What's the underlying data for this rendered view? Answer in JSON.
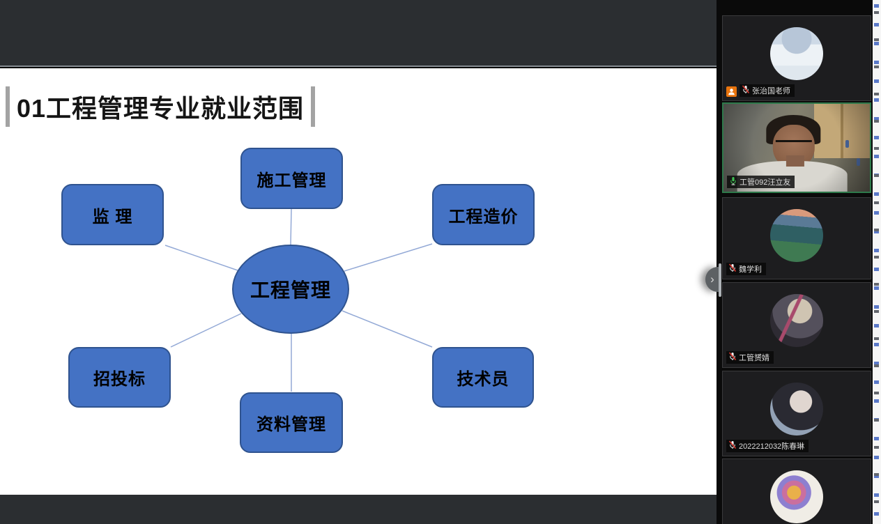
{
  "meeting": {
    "slide": {
      "title": "01工程管理专业就业范围",
      "diagram": {
        "type": "radial-diagram",
        "center_label": "工程管理",
        "nodes": [
          {
            "label": "施工管理"
          },
          {
            "label": "监 理"
          },
          {
            "label": "工程造价"
          },
          {
            "label": "招投标"
          },
          {
            "label": "资料管理"
          },
          {
            "label": "技术员"
          }
        ],
        "colors": {
          "node_fill": "#4472c4",
          "node_border": "#2f538f",
          "connector": "#93a9d6",
          "text": "#000000"
        }
      },
      "accent_bar_color": "#a3a3a3"
    },
    "sidebar": {
      "collapse_handle_glyph": "›",
      "participants": [
        {
          "name": "张治国老师",
          "role": "host",
          "mic": "muted",
          "video_on": false,
          "avatar": "snow-village-illustration"
        },
        {
          "name": "工管092汪立友",
          "mic": "on",
          "video_on": true,
          "active_speaker": true,
          "avatar": "webcam-man-with-glasses"
        },
        {
          "name": "魏学利",
          "mic": "muted",
          "video_on": false,
          "avatar": "mountain-lake-photo"
        },
        {
          "name": "工管赟婧",
          "mic": "muted",
          "video_on": false,
          "avatar": "anime-portrait"
        },
        {
          "name": "2022212032陈春琳",
          "mic": "muted",
          "video_on": false,
          "avatar": "girl-photo"
        },
        {
          "name": "",
          "video_on": false,
          "avatar": "colorful-doodle-drawing"
        }
      ],
      "colors": {
        "active_speaker_border": "#2e7a4b",
        "mic_on": "#3ec052",
        "mic_muted_slash": "#d9342b",
        "host_badge": "#e8740e"
      }
    }
  }
}
